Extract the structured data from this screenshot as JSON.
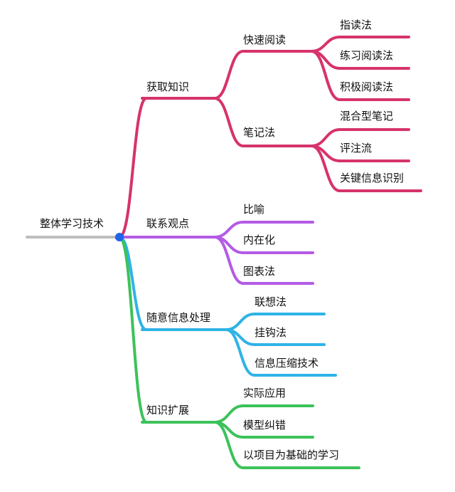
{
  "root": {
    "label": "整体学习技术",
    "color": "#bdbdbd",
    "node_color": "#1e63e9"
  },
  "branches": [
    {
      "label": "获取知识",
      "color": "#d6336c",
      "children": [
        {
          "label": "快速阅读",
          "children": [
            "指读法",
            "练习阅读法",
            "积极阅读法"
          ]
        },
        {
          "label": "笔记法",
          "children": [
            "混合型笔记",
            "评注流",
            "关键信息识别"
          ]
        }
      ]
    },
    {
      "label": "联系观点",
      "color": "#b45be6",
      "children": [
        {
          "label": "比喻"
        },
        {
          "label": "内在化"
        },
        {
          "label": "图表法"
        }
      ]
    },
    {
      "label": "随意信息处理",
      "color": "#2fb3e6",
      "children": [
        {
          "label": "联想法"
        },
        {
          "label": "挂钩法"
        },
        {
          "label": "信息压缩技术"
        }
      ]
    },
    {
      "label": "知识扩展",
      "color": "#3cc25a",
      "children": [
        {
          "label": "实际应用"
        },
        {
          "label": "模型纠错"
        },
        {
          "label": "以项目为基础的学习"
        }
      ]
    }
  ]
}
